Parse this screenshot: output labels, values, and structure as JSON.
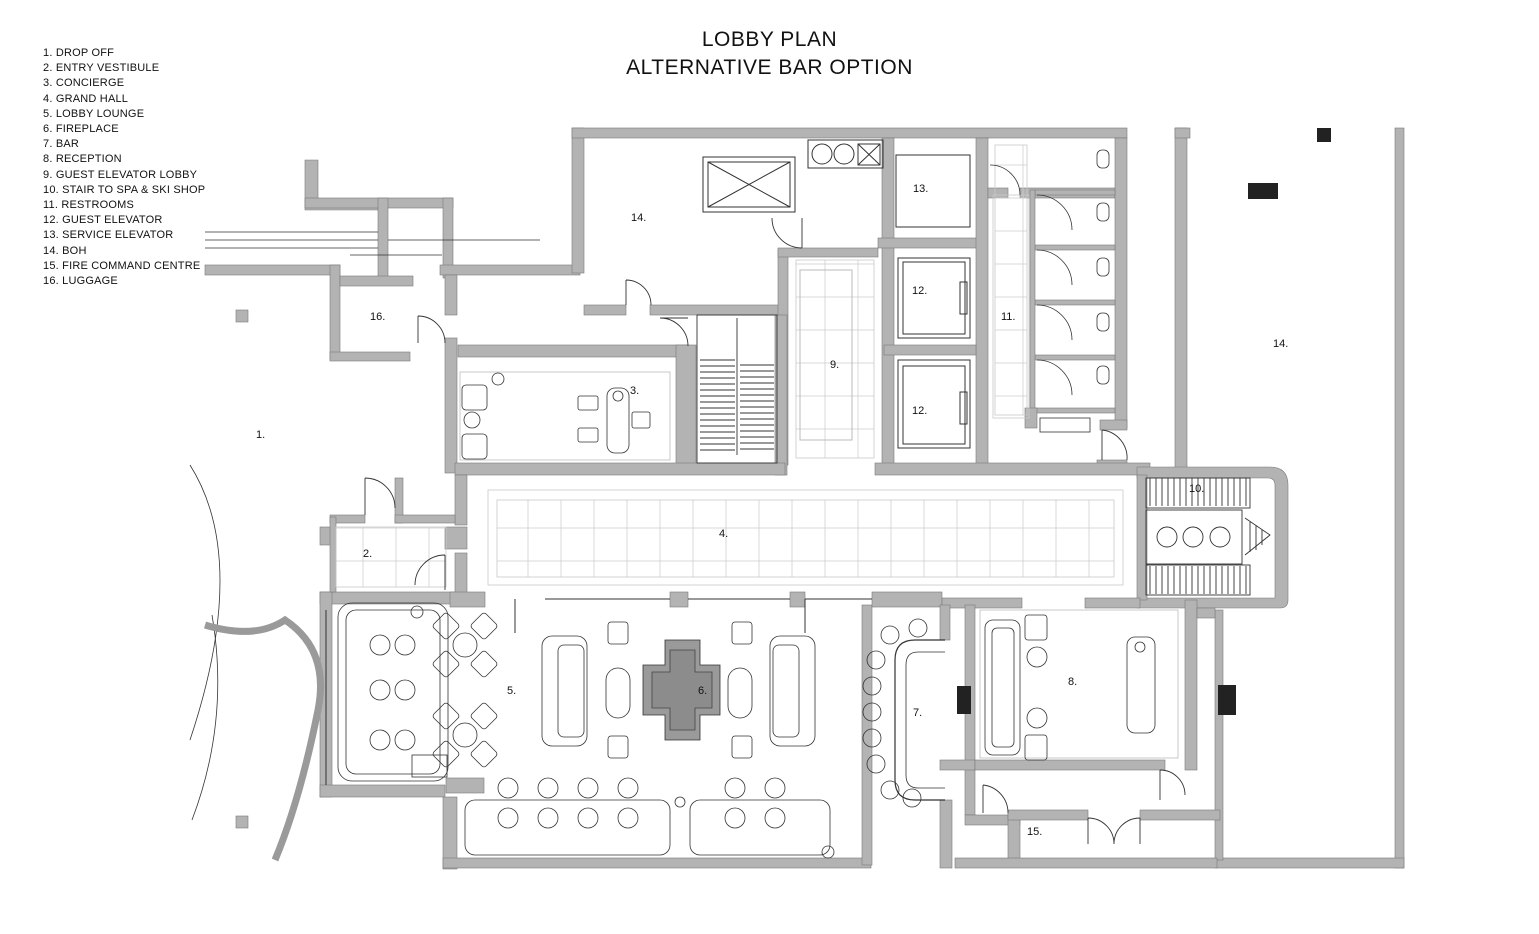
{
  "title": {
    "line1": "LOBBY PLAN",
    "line2": "ALTERNATIVE BAR OPTION"
  },
  "legend": [
    "1. DROP OFF",
    "2. ENTRY VESTIBULE",
    "3. CONCIERGE",
    "4. GRAND HALL",
    "5. LOBBY LOUNGE",
    "6. FIREPLACE",
    "7. BAR",
    "8. RECEPTION",
    "9. GUEST ELEVATOR LOBBY",
    "10. STAIR TO SPA & SKI SHOP",
    "11. RESTROOMS",
    "12. GUEST ELEVATOR",
    "13. SERVICE ELEVATOR",
    "14. BOH",
    "15. FIRE COMMAND CENTRE",
    "16. LUGGAGE"
  ],
  "room_labels": {
    "drop_off": "1.",
    "vestibule": "2.",
    "concierge": "3.",
    "grand_hall": "4.",
    "lobby_lounge": "5.",
    "fireplace": "6.",
    "bar": "7.",
    "reception": "8.",
    "elevator_lobby": "9.",
    "stair_spa": "10.",
    "restrooms": "11.",
    "guest_elevator_1": "12.",
    "guest_elevator_2": "12.",
    "service_elevator": "13.",
    "boh_1": "14.",
    "boh_2": "14.",
    "fire_command": "15.",
    "luggage": "16."
  },
  "colors": {
    "wall": "#b3b3b3",
    "wall_dark": "#9a9a9a",
    "line": "#333333",
    "fill_dark": "#222222",
    "floor_line": "#bdbdbd"
  }
}
